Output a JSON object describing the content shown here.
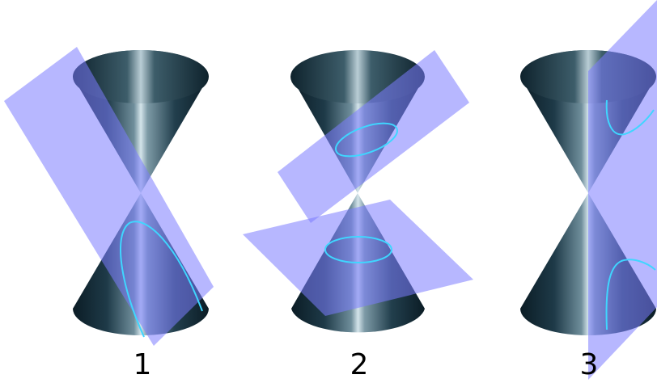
{
  "figures": [
    {
      "label": "1"
    },
    {
      "label": "2"
    },
    {
      "label": "3"
    }
  ],
  "colors": {
    "plane": "#7b7bff",
    "curve": "#3fd6ff",
    "cone_dark": "#0d2430",
    "cone_light": "#c9dbe2"
  }
}
